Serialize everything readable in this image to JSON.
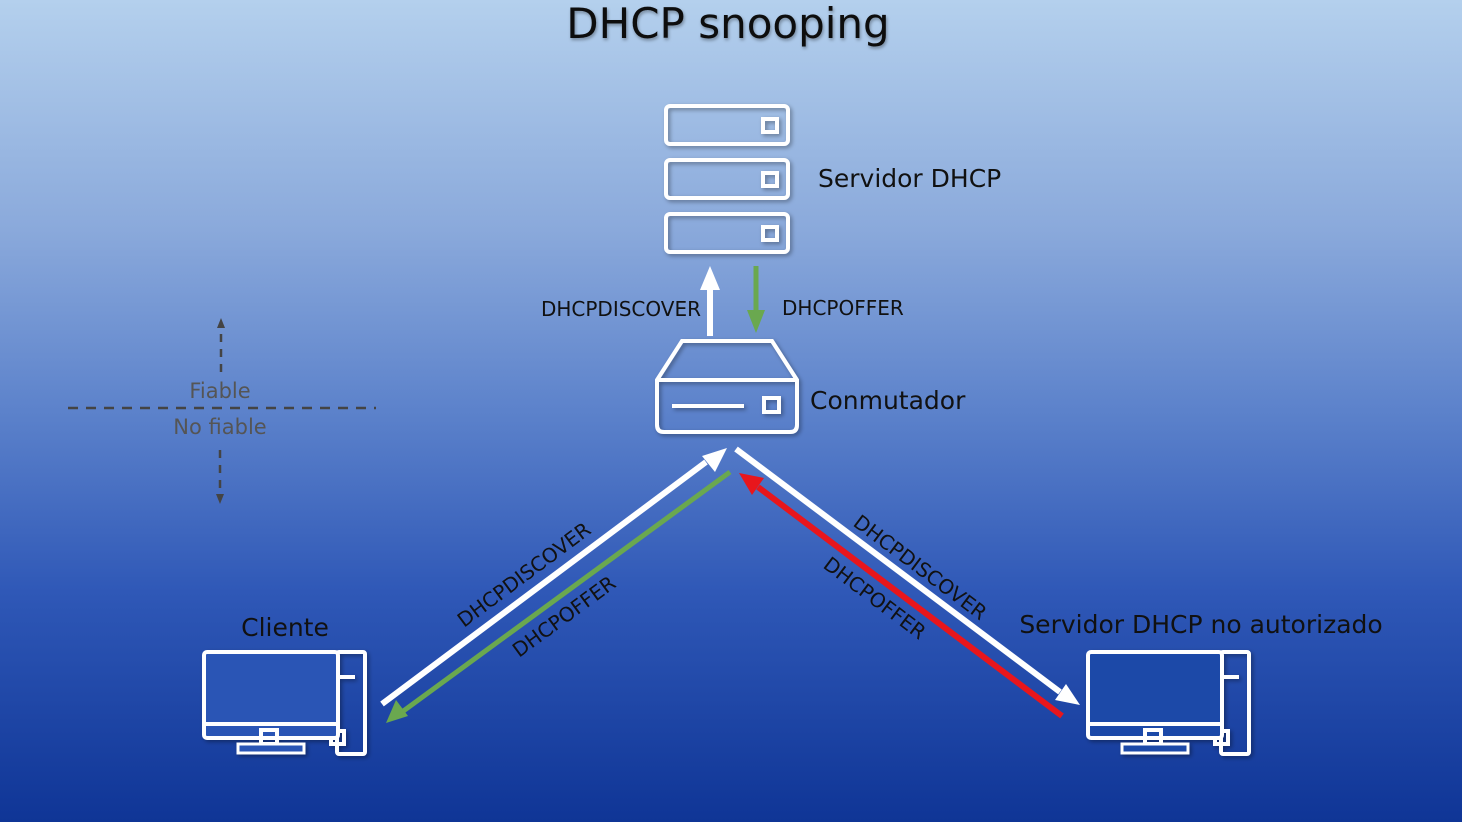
{
  "title": "DHCP snooping",
  "nodes": {
    "server": "Servidor DHCP",
    "switch": "Conmutador",
    "client": "Cliente",
    "rogue": "Servidor DHCP no autorizado"
  },
  "messages": {
    "discover": "DHCPDISCOVER",
    "offer": "DHCPOFFER"
  },
  "zones": {
    "trusted": "Fiable",
    "untrusted": "No fiable"
  },
  "colors": {
    "discover_arrow": "#ffffff",
    "legit_offer_arrow": "#6aa84f",
    "rogue_offer_arrow": "#e8161c"
  }
}
